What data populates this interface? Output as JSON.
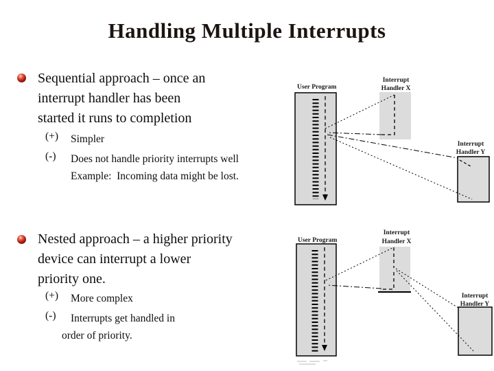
{
  "slide": {
    "title": "Handling Multiple Interrupts"
  },
  "sections": [
    {
      "heading_lines": [
        "Sequential approach – once an",
        "interrupt handler has been",
        "started it runs to completion"
      ],
      "subitems": [
        {
          "marker": "(+)",
          "lines": [
            "Simpler"
          ]
        },
        {
          "marker": "(-)",
          "lines": [
            "Does not handle priority interrupts well",
            "Example:  Incoming data might be lost."
          ]
        }
      ]
    },
    {
      "heading_lines": [
        "Nested approach – a higher priority",
        "device can interrupt a lower",
        "priority one."
      ],
      "subitems": [
        {
          "marker": "(+)",
          "lines": [
            "More complex"
          ]
        },
        {
          "marker": "(-)",
          "lines": [
            "Interrupts get handled in",
            "order of priority."
          ]
        }
      ]
    }
  ],
  "diagram_labels": {
    "user_program": "User Program",
    "interrupt": "Interrupt",
    "handler_x": "Handler X",
    "handler_y": "Handler Y"
  },
  "colors": {
    "box_fill": "#d9d9d9",
    "box_border": "#000000",
    "bullet_red": "#b01e14"
  }
}
